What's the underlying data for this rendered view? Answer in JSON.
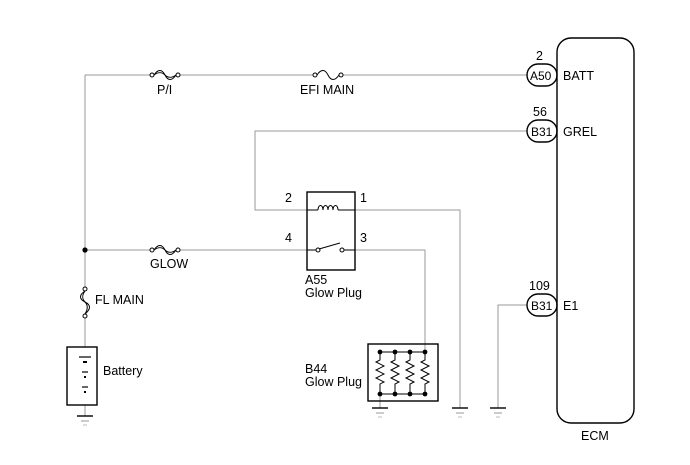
{
  "ecm": {
    "label": "ECM"
  },
  "connectors": {
    "batt": {
      "pin": "2",
      "conn": "A50",
      "signal": "BATT"
    },
    "grel": {
      "pin": "56",
      "conn": "B31",
      "signal": "GREL"
    },
    "e1": {
      "pin": "109",
      "conn": "B31",
      "signal": "E1"
    }
  },
  "fuses": {
    "pi": "P/I",
    "efi_main": "EFI MAIN",
    "glow": "GLOW",
    "fl_main": "FL MAIN"
  },
  "relay": {
    "pin_coil_left": "2",
    "pin_coil_right": "1",
    "pin_switch_left": "4",
    "pin_switch_right": "3",
    "code": "A55",
    "name": "Glow Plug"
  },
  "glow_plugs": {
    "code": "B44",
    "name": "Glow Plug"
  },
  "battery": {
    "label": "Battery"
  }
}
